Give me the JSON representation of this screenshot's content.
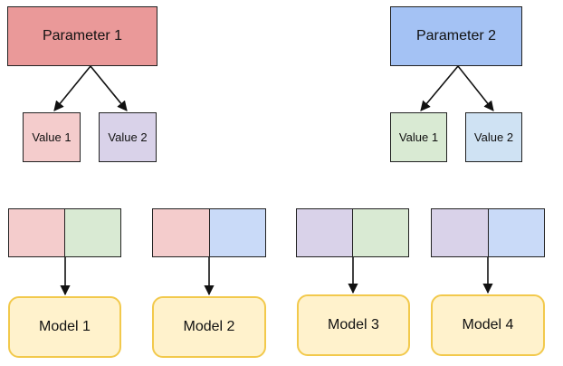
{
  "parameters": [
    {
      "label": "Parameter 1",
      "color": "#ea9999",
      "values": [
        {
          "label": "Value 1",
          "color": "#f4cccc"
        },
        {
          "label": "Value 2",
          "color": "#d9d2e9"
        }
      ]
    },
    {
      "label": "Parameter 2",
      "color": "#a4c2f4",
      "values": [
        {
          "label": "Value 1",
          "color": "#d9ead3"
        },
        {
          "label": "Value 2",
          "color": "#cfe2f3"
        }
      ]
    }
  ],
  "combinations": [
    {
      "left_color": "#f4cccc",
      "right_color": "#d9ead3",
      "model": "Model 1"
    },
    {
      "left_color": "#f4cccc",
      "right_color": "#c9daf8",
      "model": "Model 2"
    },
    {
      "left_color": "#d9d2e9",
      "right_color": "#d9ead3",
      "model": "Model 3"
    },
    {
      "left_color": "#d9d2e9",
      "right_color": "#c9daf8",
      "model": "Model 4"
    }
  ],
  "colors": {
    "model_fill": "#fff2cc",
    "model_border": "#f2c94c",
    "stroke": "#222222"
  }
}
